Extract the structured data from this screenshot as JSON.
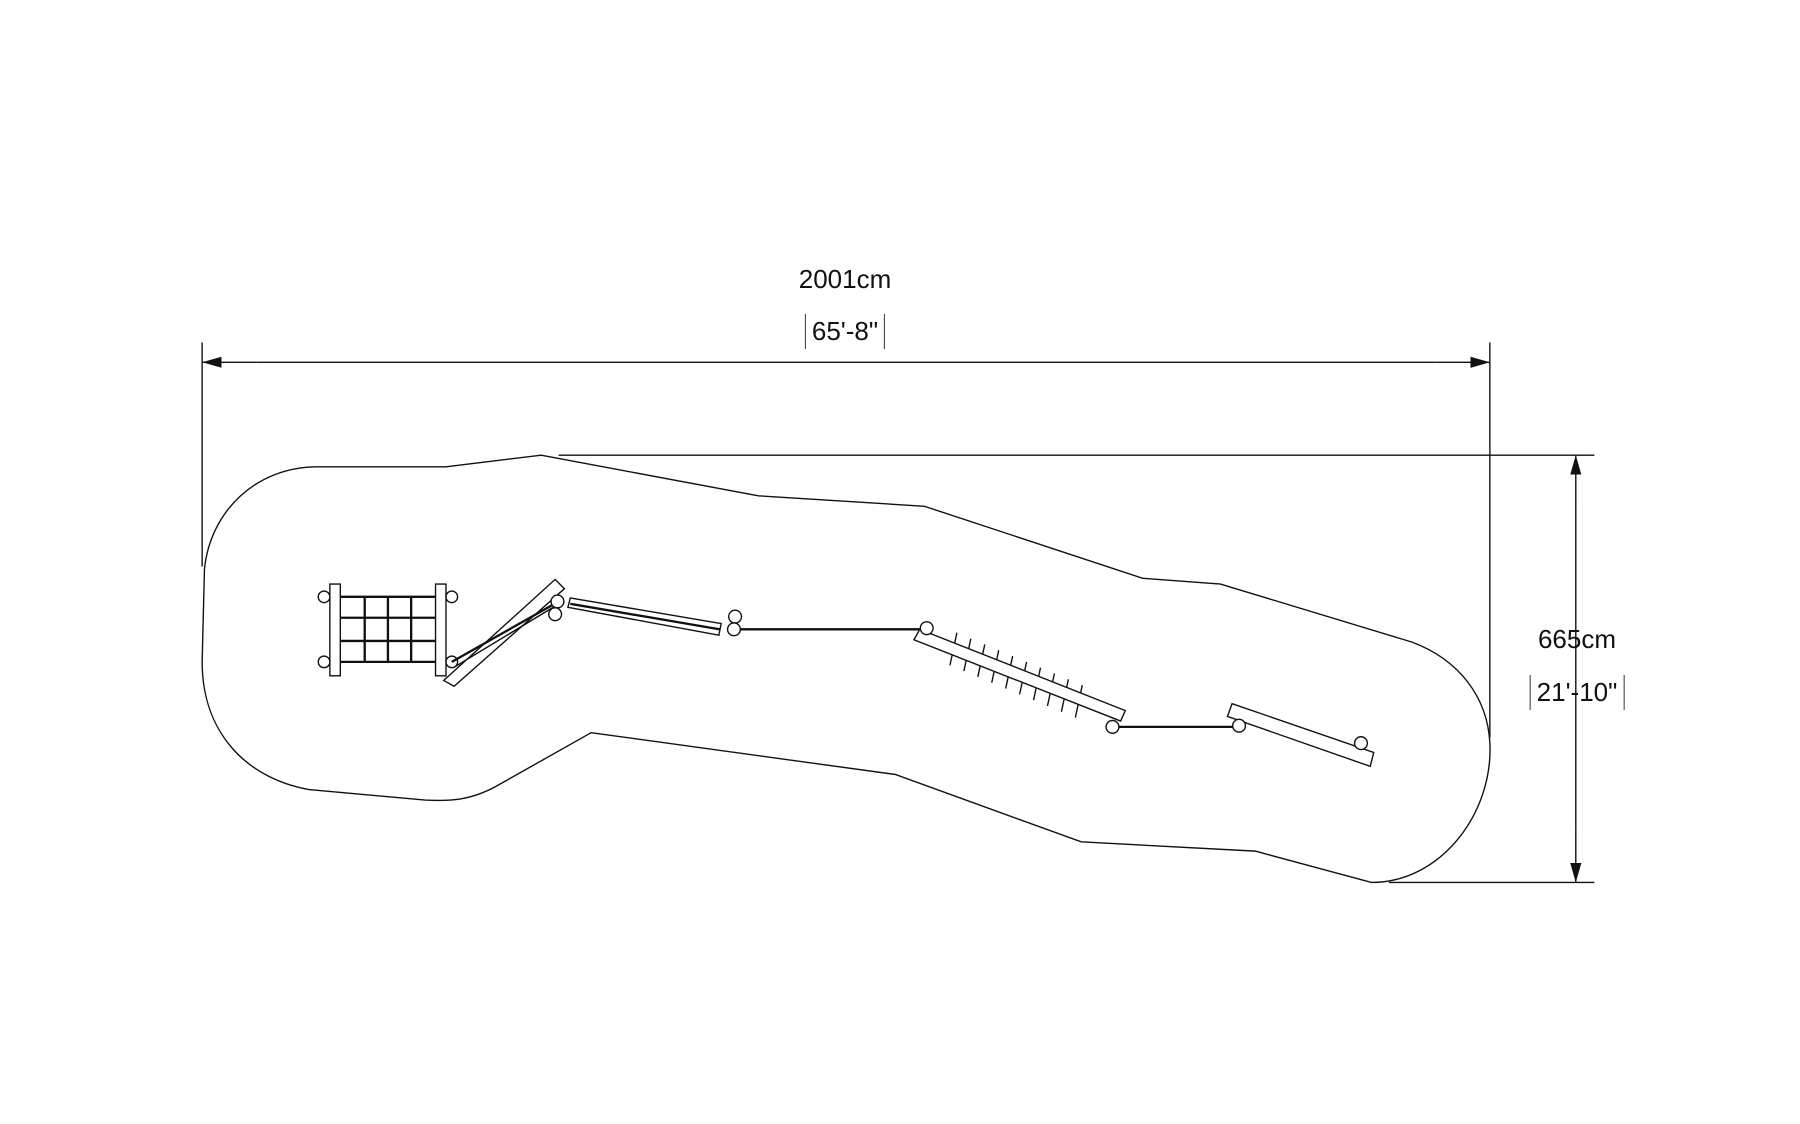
{
  "dimensions": {
    "width_metric": "2001cm",
    "width_imperial": "65'-8\"",
    "height_metric": "665cm",
    "height_imperial": "21'-10\""
  },
  "colors": {
    "line": "#111111",
    "background": "#ffffff"
  }
}
